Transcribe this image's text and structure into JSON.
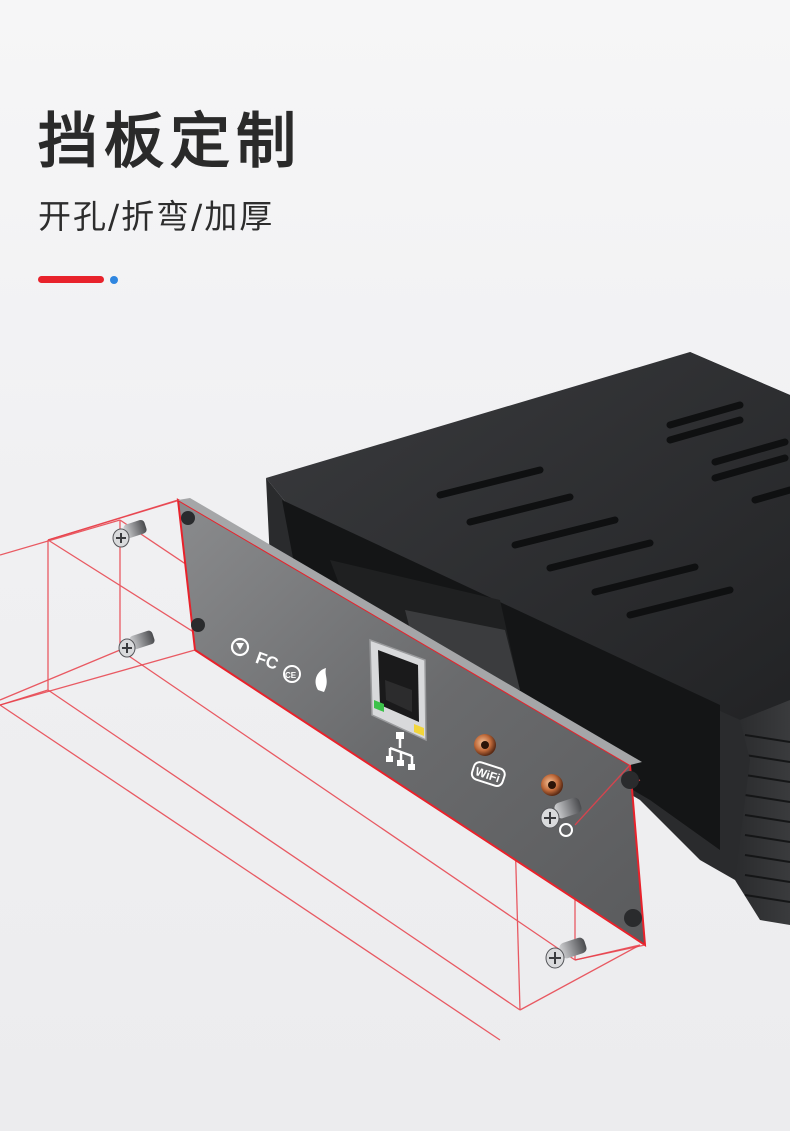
{
  "header": {
    "title": "挡板定制",
    "subtitle": "开孔/折弯/加厚"
  },
  "panel": {
    "cert_marks": [
      "FC",
      "CE"
    ],
    "wifi_label": "WiFi"
  },
  "colors": {
    "accent_red": "#e8222b",
    "accent_blue": "#2f86e0",
    "enclosure": "#2b2c2e",
    "panel": "#6f7072",
    "guide_lines": "#e8404a"
  },
  "icons": [
    "recycle-icon",
    "fcc-icon",
    "ce-icon",
    "rohs-icon",
    "network-icon",
    "wifi-icon",
    "screw-icon"
  ]
}
